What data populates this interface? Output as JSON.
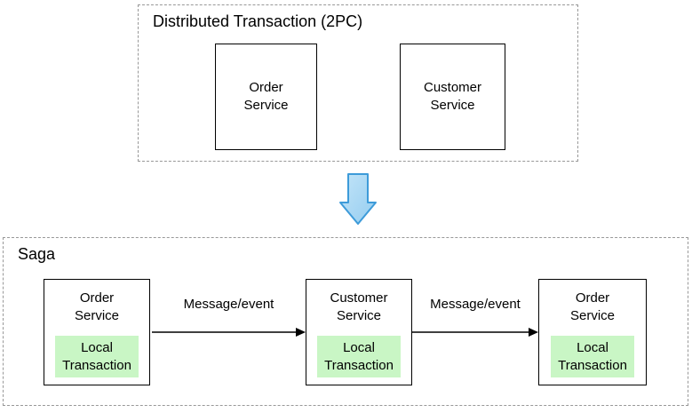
{
  "top_section": {
    "title": "Distributed Transaction (2PC)",
    "nodes": [
      {
        "line1": "Order",
        "line2": "Service"
      },
      {
        "line1": "Customer",
        "line2": "Service"
      }
    ]
  },
  "transition": {
    "icon": "down-arrow-icon"
  },
  "saga_section": {
    "title": "Saga",
    "nodes": [
      {
        "line1": "Order",
        "line2": "Service",
        "inner": {
          "line1": "Local",
          "line2": "Transaction"
        }
      },
      {
        "line1": "Customer",
        "line2": "Service",
        "inner": {
          "line1": "Local",
          "line2": "Transaction"
        }
      },
      {
        "line1": "Order",
        "line2": "Service",
        "inner": {
          "line1": "Local",
          "line2": "Transaction"
        }
      }
    ],
    "edges": [
      {
        "label": "Message/event"
      },
      {
        "label": "Message/event"
      }
    ]
  },
  "colors": {
    "local_transaction_bg": "#c9f6c5",
    "down_arrow_fill": "#a9d7f2",
    "down_arrow_stroke": "#3d9bd9",
    "dashed_border": "#989898",
    "node_border": "#000000",
    "edge_stroke": "#000000"
  }
}
